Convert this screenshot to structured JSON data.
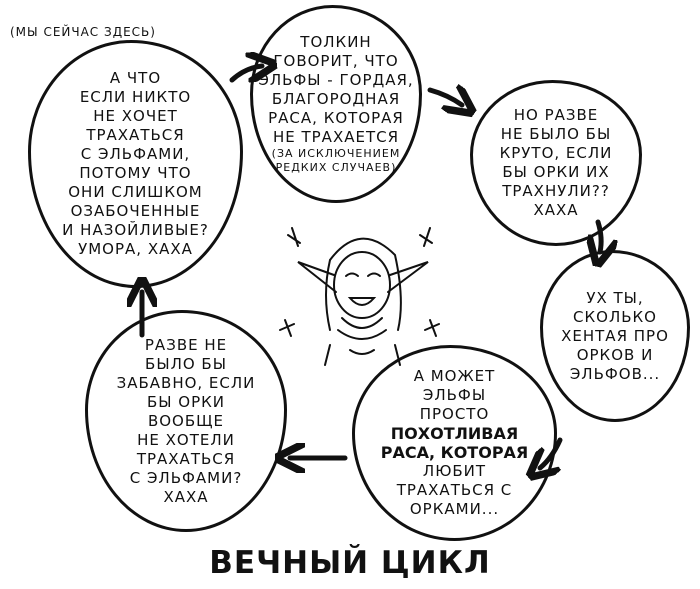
{
  "here_label": "(МЫ СЕЙЧАС ЗДЕСЬ)",
  "title": "ВЕЧНЫЙ ЦИКЛ",
  "bubbles": [
    {
      "lines": [
        {
          "t": "А ЧТО"
        },
        {
          "t": "ЕСЛИ НИКТО"
        },
        {
          "t": "НЕ ХОЧЕТ"
        },
        {
          "t": "ТРАХАТЬСЯ"
        },
        {
          "t": "С ЭЛЬФАМИ,"
        },
        {
          "t": "ПОТОМУ ЧТО"
        },
        {
          "t": "ОНИ СЛИШКОМ"
        },
        {
          "t": "ОЗАБОЧЕННЫЕ"
        },
        {
          "t": "И НАЗОЙЛИВЫЕ?"
        },
        {
          "t": "УМОРА, ХАХА"
        }
      ]
    },
    {
      "lines": [
        {
          "t": "ТОЛКИН"
        },
        {
          "t": "ГОВОРИТ, ЧТО"
        },
        {
          "t": "ЭЛЬФЫ - ГОРДАЯ,"
        },
        {
          "t": "БЛАГОРОДНАЯ"
        },
        {
          "t": "РАСА, КОТОРАЯ"
        },
        {
          "t": "НЕ ТРАХАЕТСЯ"
        },
        {
          "t": "(ЗА ИСКЛЮЧЕНИЕМ",
          "s": 1
        },
        {
          "t": "РЕДКИХ СЛУЧАЕВ)",
          "s": 1
        }
      ]
    },
    {
      "lines": [
        {
          "t": "НО РАЗВЕ"
        },
        {
          "t": "НЕ БЫЛО БЫ"
        },
        {
          "t": "КРУТО, ЕСЛИ"
        },
        {
          "t": "БЫ ОРКИ ИХ"
        },
        {
          "t": "ТРАХНУЛИ??"
        },
        {
          "t": "ХАХА"
        }
      ]
    },
    {
      "lines": [
        {
          "t": "УХ ТЫ,"
        },
        {
          "t": "СКОЛЬКО"
        },
        {
          "t": "ХЕНТАЯ ПРО"
        },
        {
          "t": "ОРКОВ И"
        },
        {
          "t": "ЭЛЬФОВ..."
        }
      ]
    },
    {
      "lines": [
        {
          "t": "А МОЖЕТ"
        },
        {
          "t": "ЭЛЬФЫ"
        },
        {
          "t": "ПРОСТО"
        },
        {
          "t": "ПОХОТЛИВАЯ",
          "b": 1
        },
        {
          "t": "РАСА, КОТОРАЯ",
          "b": 1
        },
        {
          "t": "ЛЮБИТ"
        },
        {
          "t": "ТРАХАТЬСЯ С"
        },
        {
          "t": "ОРКАМИ..."
        }
      ]
    },
    {
      "lines": [
        {
          "t": "РАЗВЕ НЕ"
        },
        {
          "t": "БЫЛО БЫ"
        },
        {
          "t": "ЗАБАВНО, ЕСЛИ"
        },
        {
          "t": "БЫ ОРКИ"
        },
        {
          "t": "ВООБЩЕ"
        },
        {
          "t": "НЕ ХОТЕЛИ"
        },
        {
          "t": "ТРАХАТЬСЯ"
        },
        {
          "t": "С ЭЛЬФАМИ?"
        },
        {
          "t": "ХАХА"
        }
      ]
    }
  ]
}
